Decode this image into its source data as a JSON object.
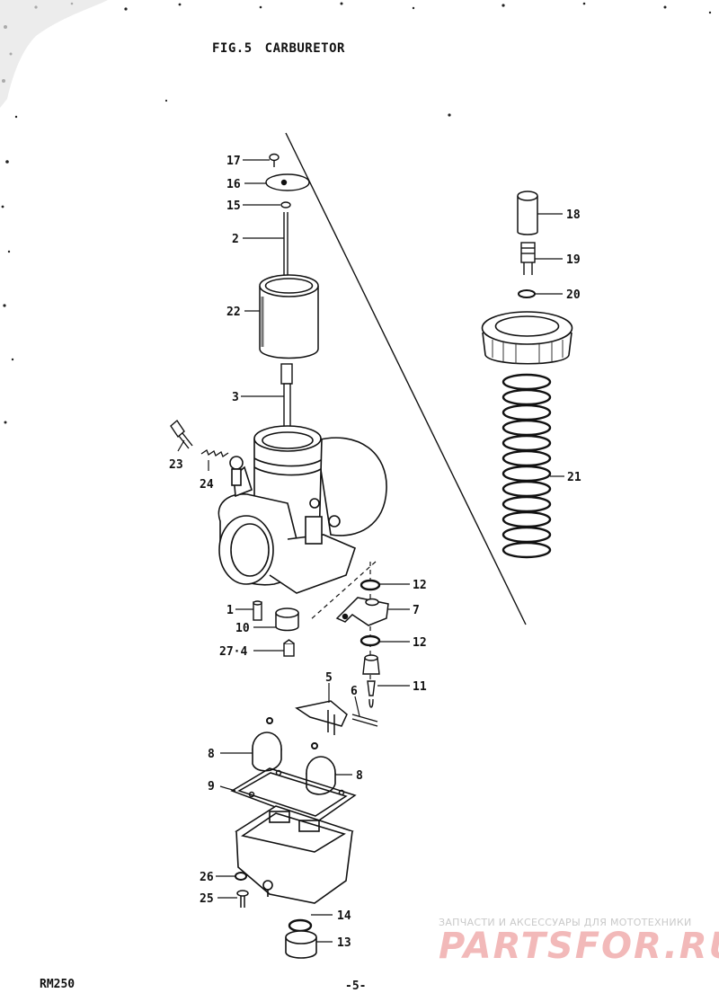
{
  "figure": {
    "number": "FIG.5",
    "title": "CARBURETOR"
  },
  "parts": [
    {
      "id": "p17",
      "label": "17"
    },
    {
      "id": "p16",
      "label": "16"
    },
    {
      "id": "p15",
      "label": "15"
    },
    {
      "id": "p2",
      "label": "2"
    },
    {
      "id": "p22",
      "label": "22"
    },
    {
      "id": "p3",
      "label": "3"
    },
    {
      "id": "p23",
      "label": "23"
    },
    {
      "id": "p24",
      "label": "24"
    },
    {
      "id": "p1",
      "label": "1"
    },
    {
      "id": "p10",
      "label": "10"
    },
    {
      "id": "p27",
      "label": "27·4"
    },
    {
      "id": "p18",
      "label": "18"
    },
    {
      "id": "p19",
      "label": "19"
    },
    {
      "id": "p20",
      "label": "20"
    },
    {
      "id": "p21",
      "label": "21"
    },
    {
      "id": "p12a",
      "label": "12"
    },
    {
      "id": "p7",
      "label": "7"
    },
    {
      "id": "p12b",
      "label": "12"
    },
    {
      "id": "p11",
      "label": "11"
    },
    {
      "id": "p5",
      "label": "5"
    },
    {
      "id": "p6",
      "label": "6"
    },
    {
      "id": "p8a",
      "label": "8"
    },
    {
      "id": "p8b",
      "label": "8"
    },
    {
      "id": "p9",
      "label": "9"
    },
    {
      "id": "p26",
      "label": "26"
    },
    {
      "id": "p25",
      "label": "25"
    },
    {
      "id": "p14",
      "label": "14"
    },
    {
      "id": "p13",
      "label": "13"
    }
  ],
  "footer": {
    "model": "RM250",
    "page": "-5-"
  },
  "watermark": {
    "tagline": "ЗАПЧАСТИ И АКСЕССУАРЫ ДЛЯ МОТОТЕХНИКИ",
    "brand": "PARTSFOR.RU"
  }
}
